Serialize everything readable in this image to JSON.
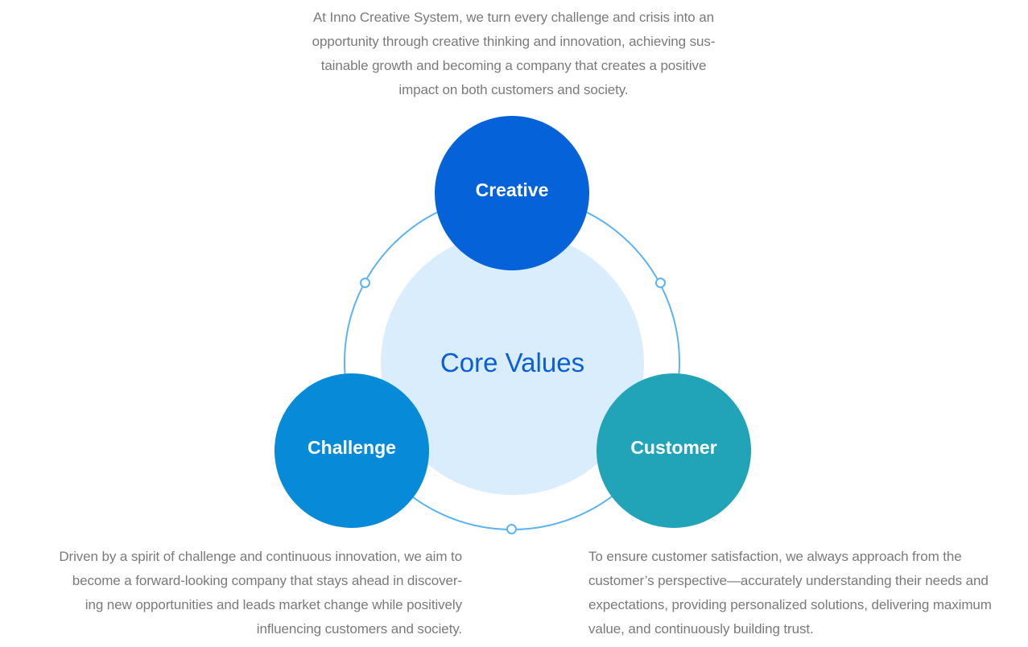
{
  "intro": {
    "lines": [
      "At Inno Creative System, we turn every challenge and crisis into an",
      "opportunity through creative thinking and innovation, achieving sus-",
      "tainable growth and becoming a company that creates a positive",
      "impact on both customers and society."
    ]
  },
  "diagram": {
    "center_label": "Core Values",
    "values": [
      {
        "name": "Creative",
        "color": "#0562d8"
      },
      {
        "name": "Challenge",
        "color": "#078ad8"
      },
      {
        "name": "Customer",
        "color": "#22a4b8"
      }
    ],
    "colors": {
      "ring": "#5bb3f0",
      "core_fill": "#d9edfd",
      "core_text": "#0a5fd6",
      "body_text": "#7a7a7a"
    }
  },
  "challenge_description": {
    "lines": [
      "Driven by a spirit of challenge and continuous innovation, we aim to",
      "become a forward-looking company that stays ahead in discover-",
      "ing new opportunities and leads market change while positively",
      "influencing customers and society."
    ]
  },
  "customer_description": {
    "lines": [
      "To ensure customer satisfaction, we always approach from the",
      "customer’s perspective—accurately understanding their needs and",
      "expectations, providing personalized solutions, delivering maximum",
      "value, and continuously building trust."
    ]
  }
}
